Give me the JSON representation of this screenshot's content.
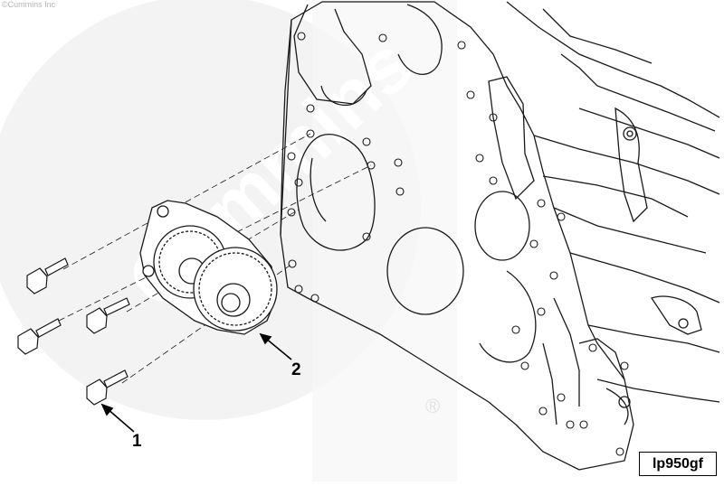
{
  "copyright": "©Cummins Inc",
  "watermark": {
    "brand": "Cummins",
    "registered": "®",
    "color": "#f0f0f0"
  },
  "callouts": [
    {
      "number": "1",
      "part": "capscrew"
    },
    {
      "number": "2",
      "part": "lubricating oil pump"
    }
  ],
  "illustration_code": "lp950gf",
  "line_color": "#1a1a1a"
}
